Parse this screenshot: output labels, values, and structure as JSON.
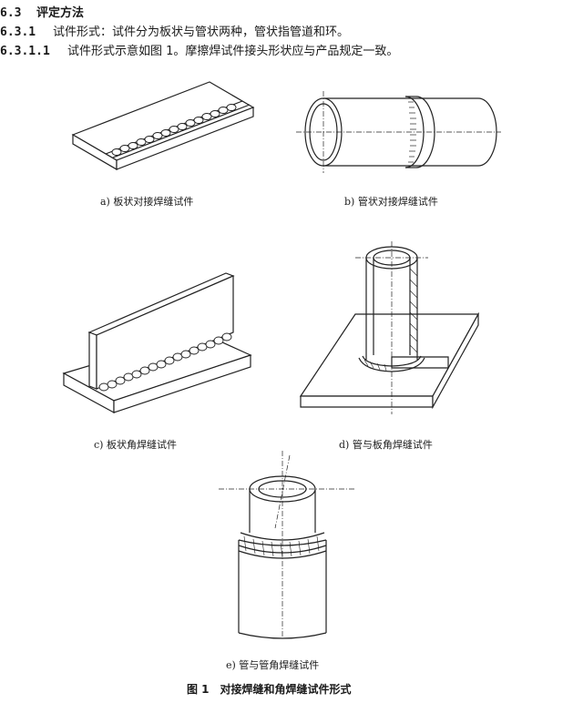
{
  "section": {
    "number": "6.3",
    "title": "评定方法"
  },
  "clause_1": {
    "number": "6.3.1",
    "text": "试件形式：试件分为板状与管状两种，管状指管道和环。"
  },
  "clause_2": {
    "number": "6.3.1.1",
    "text": "试件形式示意如图 1。摩擦焊试件接头形状应与产品规定一致。"
  },
  "figure": {
    "captions": {
      "a": "a) 板状对接焊缝试件",
      "b": "b) 管状对接焊缝试件",
      "c": "c) 板状角焊缝试件",
      "d": "d) 管与板角焊缝试件",
      "e": "e) 管与管角焊缝试件"
    },
    "title": "图 1　对接焊缝和角焊缝试件形式"
  }
}
